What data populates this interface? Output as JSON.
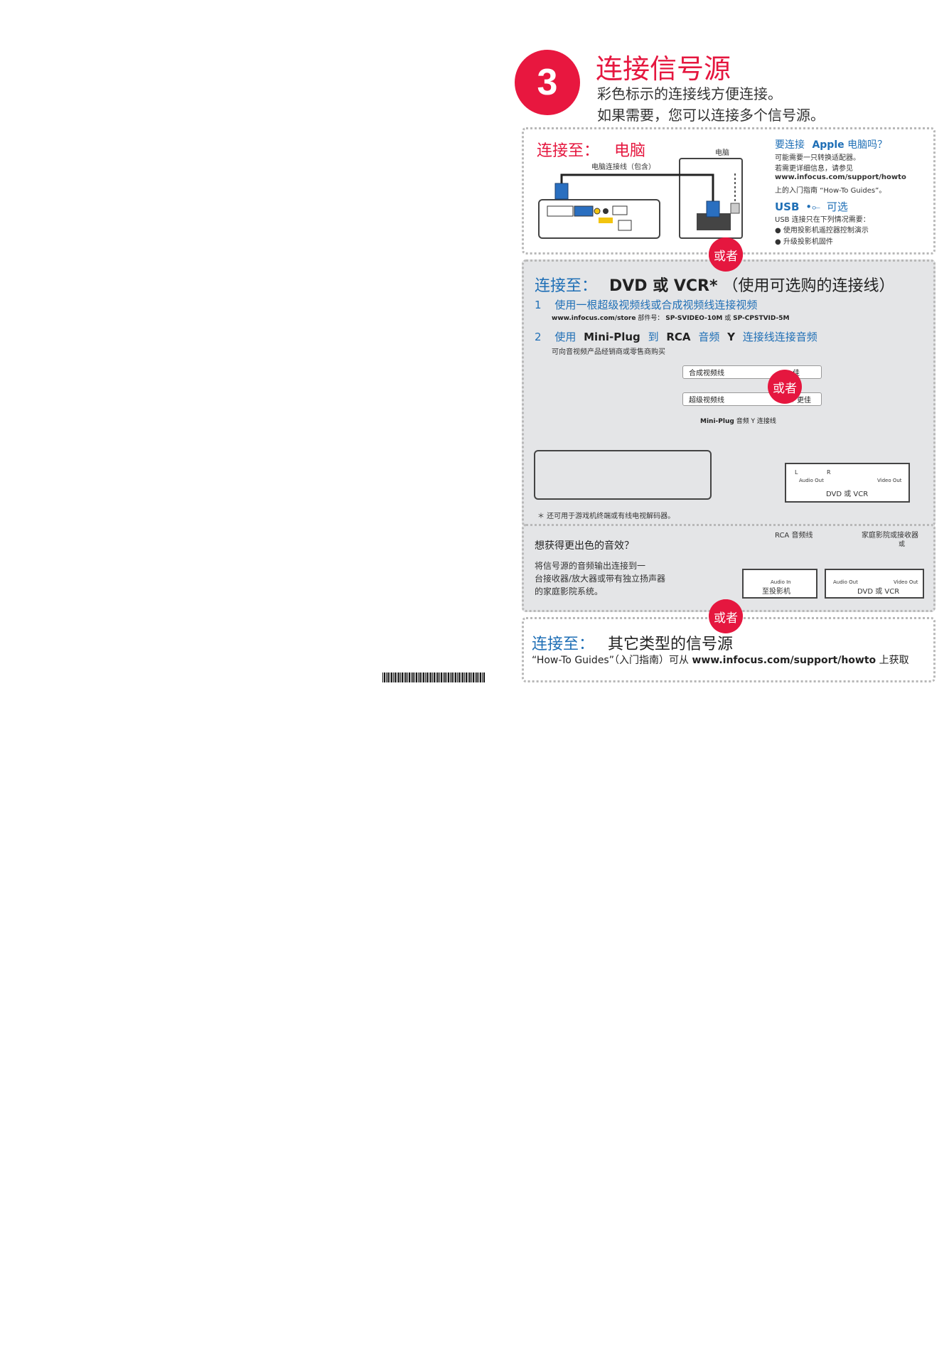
{
  "header": {
    "step_number": "3",
    "title": "连接信号源",
    "line1": "彩色标示的连接线方便连接。",
    "line2": "如果需要，您可以连接多个信号源。"
  },
  "computer_section": {
    "heading_prefix": "连接至：",
    "heading_target": "电脑",
    "cable_label": "电脑连接线（包含）",
    "computer_label": "电脑",
    "apple_title_a": "要连接",
    "apple_title_b": "Apple",
    "apple_title_c": "电脑吗？",
    "apple_line1": "可能需要一只转换适配器。",
    "apple_line2": "若需更详细信息，请参见",
    "apple_url": "www.infocus.com/support/howto",
    "apple_line3": "上的入门指南 “How-To Guides”。",
    "usb_title": "USB",
    "usb_optional": "可选",
    "usb_line1": "USB 连接只在下列情况需要：",
    "usb_bullet1": "● 使用投影机遥控器控制演示",
    "usb_bullet2": "● 升级投影机固件"
  },
  "or_label": "或者",
  "dvd_section": {
    "heading_prefix": "连接至：",
    "heading_target": "DVD 或 VCR*",
    "heading_suffix": "（使用可选购的连接线）",
    "step1_num": "1",
    "step1_text": "使用一根超级视频线或合成视频线连接视频",
    "step1_url": "www.infocus.com/store",
    "step1_part_label": "部件号：",
    "step1_part1": "SP-SVIDEO-10M",
    "step1_or": "或",
    "step1_part2": "SP-CPSTVID-5M",
    "step2_num": "2",
    "step2_a": "使用",
    "step2_b": "Mini-Plug",
    "step2_c": "到",
    "step2_d": "RCA",
    "step2_e": "音频",
    "step2_f": "Y",
    "step2_g": "连接线连接音频",
    "step2_note": "可向音视频产品经销商或零售商购买",
    "composite_label": "合成视频线",
    "composite_rating": "★ 佳",
    "svideo_label": "超级视频线",
    "svideo_rating": "★★ 更佳",
    "miniplug_label_a": "Mini-Plug",
    "miniplug_label_b": "音频 Y 连接线",
    "device_label": "DVD 或 VCR",
    "audio_out": "Audio Out",
    "video_out": "Video Out",
    "lr_l": "L",
    "lr_r": "R",
    "footnote": "＊ 还可用于游戏机终端或有线电视解码器。"
  },
  "audio_section": {
    "title": "想获得更出色的音效？",
    "desc1": "将信号源的音频输出连接到一",
    "desc2": "台接收器/放大器或带有独立扬声器",
    "desc3": "的家庭影院系统。",
    "rca_label": "RCA 音频线",
    "receiver_label": "家庭影院或接收器",
    "receiver_sub": "或",
    "audio_in": "Audio In",
    "to_projector": "至投影机",
    "device_label": "DVD 或 VCR",
    "audio_out": "Audio Out",
    "video_out": "Video Out"
  },
  "other_section": {
    "heading_prefix": "连接至：",
    "heading_target": "其它类型的信号源",
    "text_a": "“How-To Guides”（入门指南）可从",
    "text_url": "www.infocus.com/support/howto",
    "text_b": "上获取"
  },
  "colors": {
    "accent_red": "#e5173f",
    "accent_blue": "#1f6fb6",
    "panel_gray": "#e4e5e7"
  }
}
